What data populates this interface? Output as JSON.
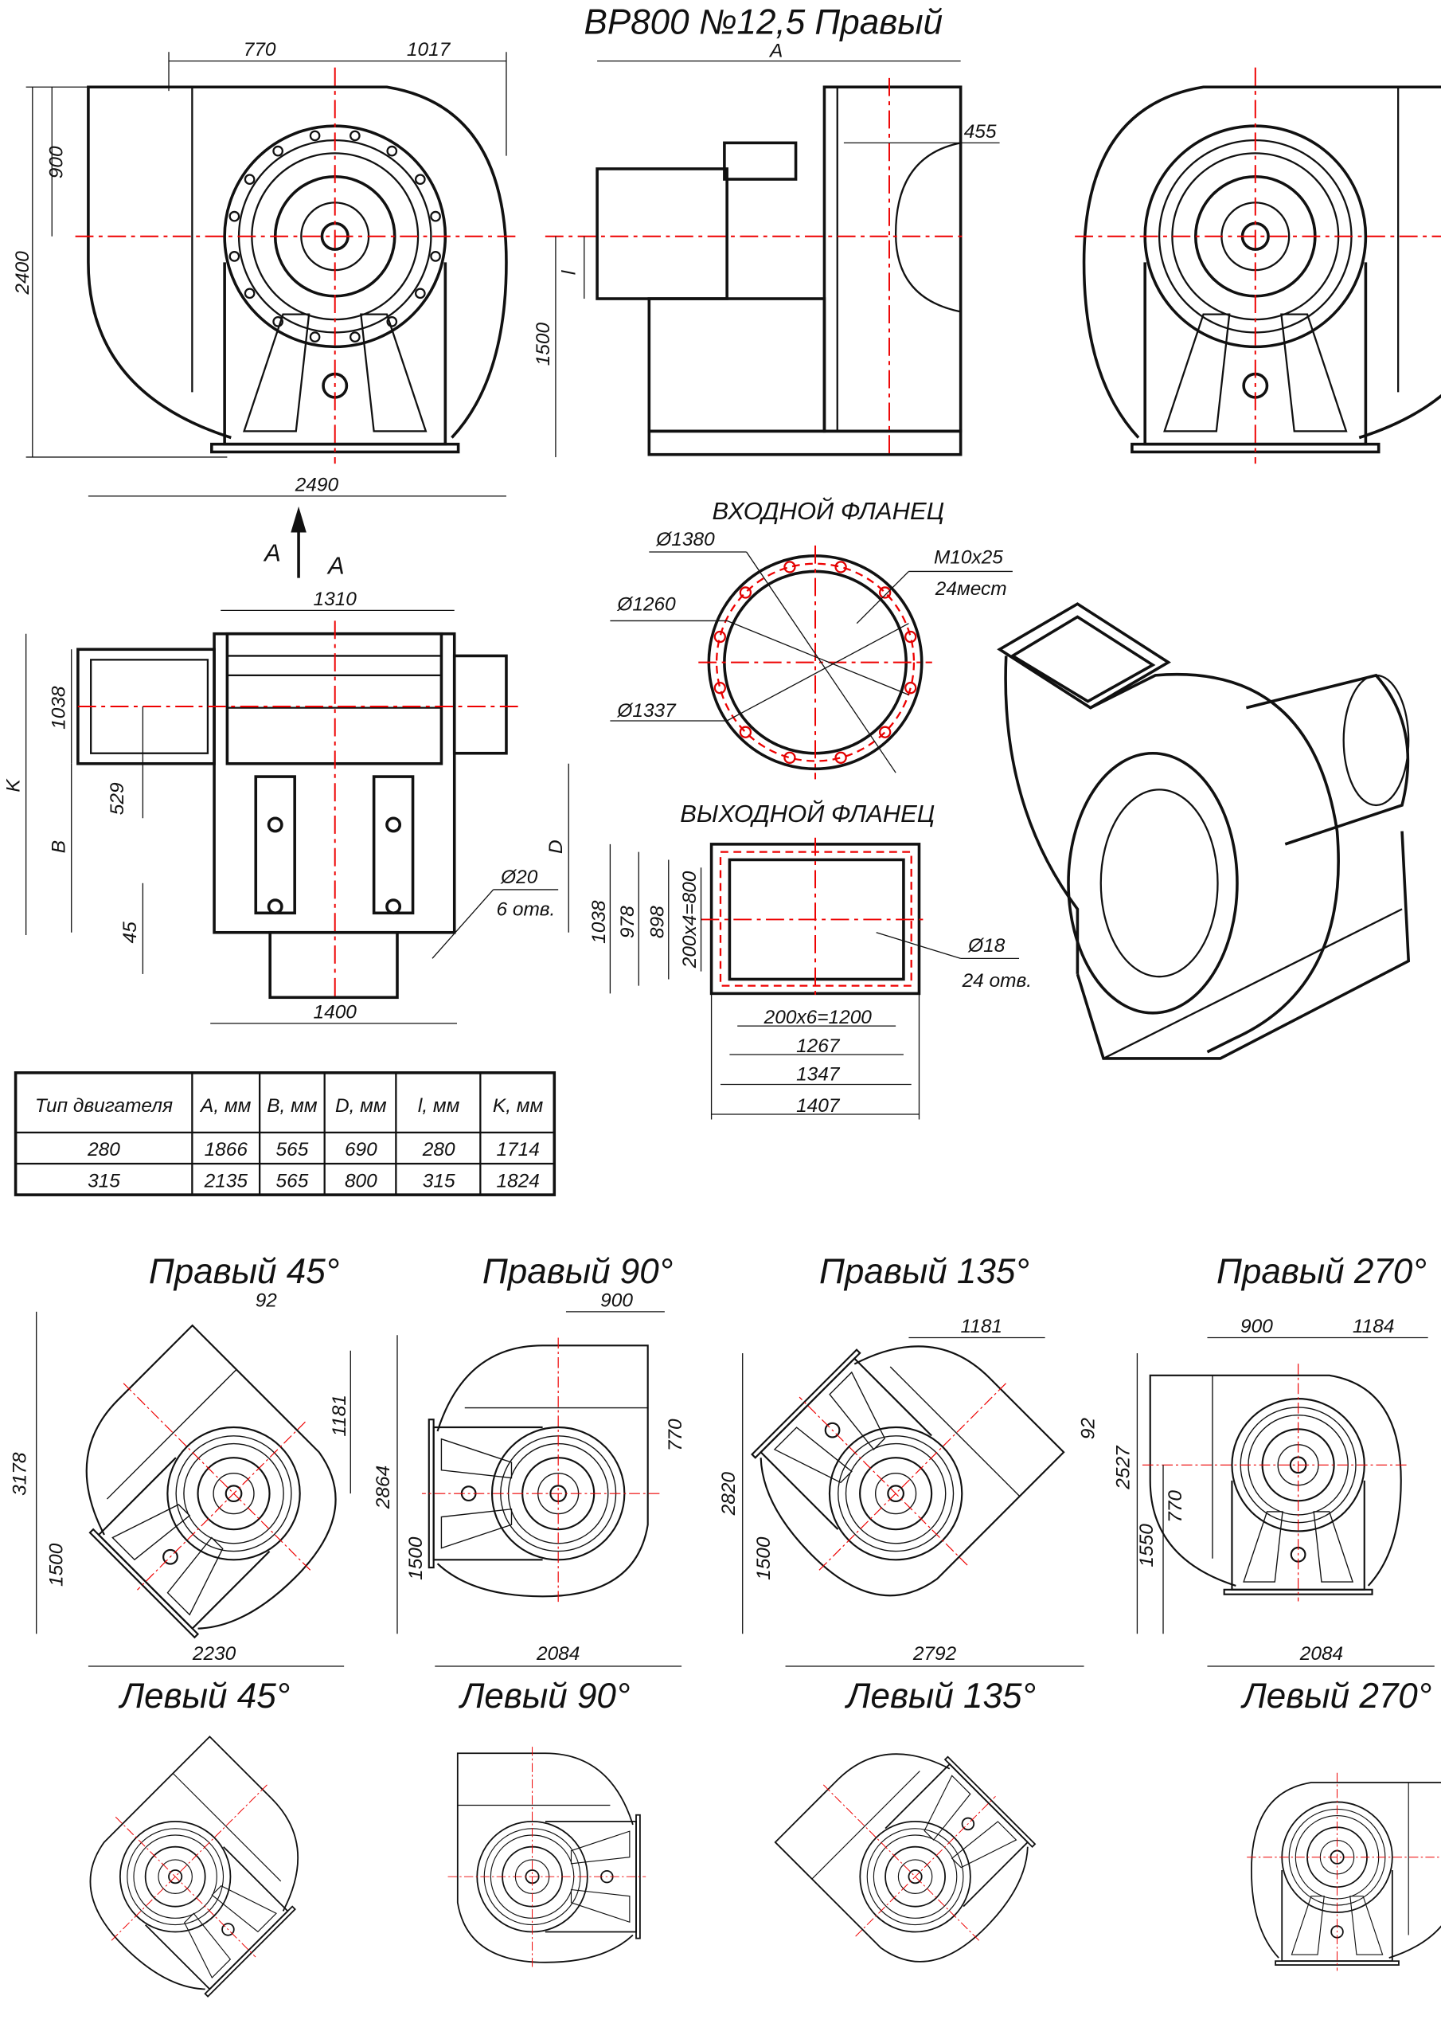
{
  "title": "ВР800 №12,5 Правый",
  "main_views": {
    "front": {
      "dim_left": "770",
      "dim_right": "1017",
      "dim_900": "900",
      "dim_2400": "2400",
      "dim_2490": "2490"
    },
    "side": {
      "dim_a": "A",
      "dim_455": "455",
      "dim_l": "l",
      "dim_1500": "1500"
    },
    "view_arrow": {
      "label_left": "A",
      "label_right": "A"
    }
  },
  "top_view": {
    "dim_1310": "1310",
    "dim_1038": "1038",
    "dim_529": "529",
    "dim_k": "K",
    "dim_b": "B",
    "dim_45": "45",
    "dim_d": "D",
    "hole_dia": "Ø20",
    "hole_count": "6 отв.",
    "dim_1400": "1400"
  },
  "inlet_flange": {
    "title": "ВХОДНОЙ ФЛАНЕЦ",
    "d1": "Ø1380",
    "d2": "Ø1260",
    "d3": "Ø1337",
    "thread": "M10x25",
    "thread_count": "24мест"
  },
  "outlet_flange": {
    "title": "ВЫХОДНОЙ ФЛАНЕЦ",
    "h1": "1038",
    "h2": "978",
    "h3": "898",
    "h4": "200x4=800",
    "w1": "200x6=1200",
    "w2": "1267",
    "w3": "1347",
    "w4": "1407",
    "hole_dia": "Ø18",
    "hole_count": "24 отв."
  },
  "table": {
    "headers": [
      "Тип двигателя",
      "A, мм",
      "B, мм",
      "D, мм",
      "l, мм",
      "K, мм"
    ],
    "rows": [
      [
        "280",
        "1866",
        "565",
        "690",
        "280",
        "1714"
      ],
      [
        "315",
        "2135",
        "565",
        "800",
        "315",
        "1824"
      ]
    ]
  },
  "orientations": [
    {
      "title": "Правый 45°",
      "dims": [
        "92",
        "1181",
        "3178",
        "1500",
        "2230"
      ]
    },
    {
      "title": "Правый 90°",
      "dims": [
        "900",
        "770",
        "2864",
        "1500",
        "2084"
      ]
    },
    {
      "title": "Правый 135°",
      "dims": [
        "1181",
        "92",
        "2820",
        "1500",
        "2792"
      ]
    },
    {
      "title": "Правый 270°",
      "dims": [
        "900",
        "1184",
        "2527",
        "770",
        "1550",
        "2084"
      ]
    },
    {
      "title": "Левый 45°",
      "dims": []
    },
    {
      "title": "Левый 90°",
      "dims": []
    },
    {
      "title": "Левый 135°",
      "dims": []
    },
    {
      "title": "Левый 270°",
      "dims": []
    }
  ],
  "colors": {
    "lines": "#111111",
    "centerlines": "#e00000"
  }
}
